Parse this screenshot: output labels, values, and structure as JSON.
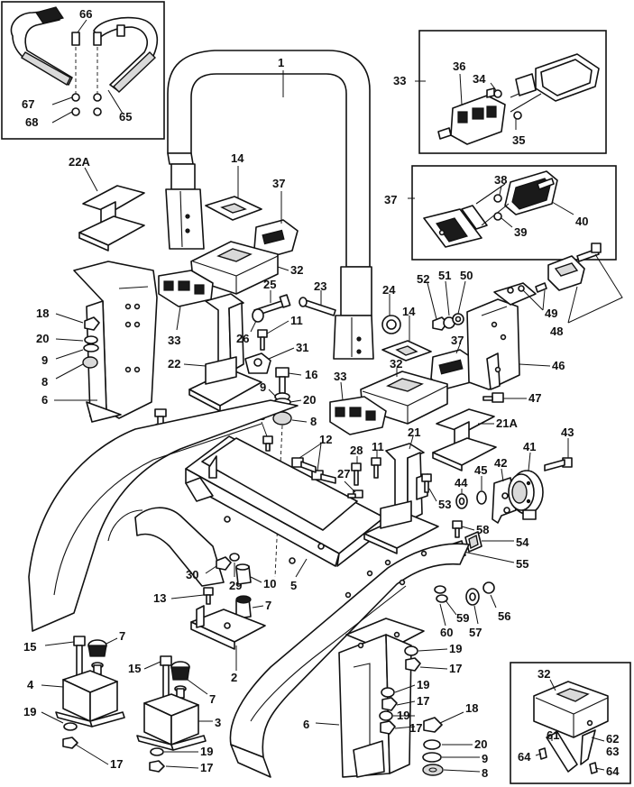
{
  "callouts": {
    "c66": "66",
    "c67": "67",
    "c68": "68",
    "c65": "65",
    "c1": "1",
    "c22A": "22A",
    "c14a": "14",
    "c37a": "37",
    "c32a": "32",
    "c18a": "18",
    "c20a": "20",
    "c9a": "9",
    "c8a": "8",
    "c6a": "6",
    "c33a": "33",
    "c25": "25",
    "c26": "26",
    "c11a": "11",
    "c22": "22",
    "c31": "31",
    "c16": "16",
    "c9b": "9",
    "c20b": "20",
    "c13a": "13",
    "c8b": "8",
    "c45a": "45",
    "c12": "12",
    "c23": "23",
    "c24": "24",
    "c14b": "14",
    "c33b": "33",
    "c32b": "32",
    "c37b": "37",
    "c52": "52",
    "c51": "51",
    "c50": "50",
    "c49": "49",
    "c48": "48",
    "c46": "46",
    "c47": "47",
    "c21": "21",
    "c21A": "21A",
    "c28": "28",
    "c11b": "11",
    "c27": "27",
    "c53": "53",
    "c44": "44",
    "c45b": "45",
    "c42": "42",
    "c41": "41",
    "c43": "43",
    "c58": "58",
    "c54": "54",
    "c55": "55",
    "c30": "30",
    "c29": "29",
    "c10": "10",
    "c5": "5",
    "c13b": "13",
    "c7a": "7",
    "c2": "2",
    "c15a": "15",
    "c7b": "7",
    "c4": "4",
    "c19a": "19",
    "c17a": "17",
    "c15b": "15",
    "c7c": "7",
    "c3": "3",
    "c19b": "19",
    "c17b": "17",
    "c59": "59",
    "c60": "60",
    "c56": "56",
    "c57": "57",
    "c19c": "19",
    "c17c": "17",
    "c19d": "19",
    "c17d": "17",
    "c19e": "19",
    "c17e": "17",
    "c6b": "6",
    "c18b": "18",
    "c20c": "20",
    "c9c": "9",
    "c8c": "8",
    "c33c": "33",
    "c36": "36",
    "c34": "34",
    "c35": "35",
    "c37c": "37",
    "c38": "38",
    "c39": "39",
    "c40": "40",
    "c32c": "32",
    "c61": "61",
    "c62": "62",
    "c63": "63",
    "c64a": "64",
    "c64b": "64"
  }
}
